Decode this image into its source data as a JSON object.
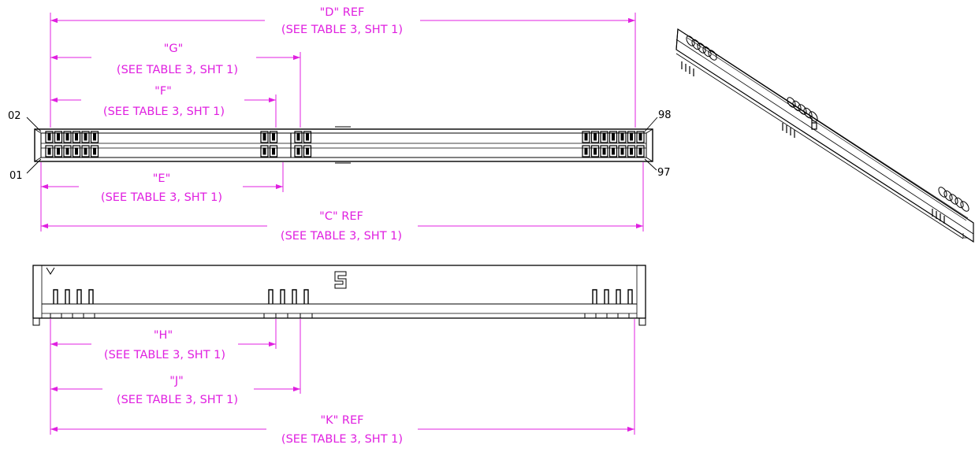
{
  "dimensions": {
    "D": {
      "label": "\"D\" REF",
      "note": "(SEE TABLE 3, SHT 1)"
    },
    "G": {
      "label": "\"G\"",
      "note": "(SEE TABLE 3, SHT 1)"
    },
    "F": {
      "label": "\"F\"",
      "note": "(SEE TABLE 3, SHT 1)"
    },
    "E": {
      "label": "\"E\"",
      "note": "(SEE TABLE 3, SHT 1)"
    },
    "C": {
      "label": "\"C\" REF",
      "note": "(SEE TABLE 3, SHT 1)"
    },
    "H": {
      "label": "\"H\"",
      "note": "(SEE TABLE 3, SHT 1)"
    },
    "J": {
      "label": "\"J\"",
      "note": "(SEE TABLE 3, SHT 1)"
    },
    "K": {
      "label": "\"K\" REF",
      "note": "(SEE TABLE 3, SHT 1)"
    }
  },
  "pin_labels": {
    "p02": "02",
    "p01": "01",
    "p98": "98",
    "p97": "97"
  }
}
